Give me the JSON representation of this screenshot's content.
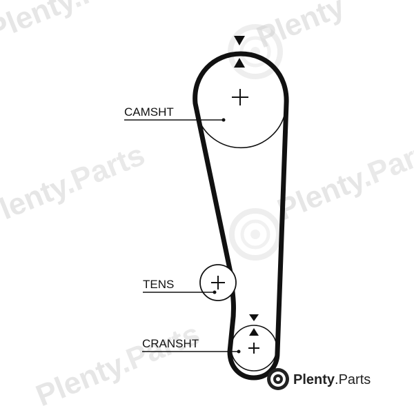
{
  "labels": {
    "camshaft": "CAMSHT",
    "tensioner": "TENS",
    "crankshaft": "CRANSHT"
  },
  "brand": {
    "name_bold": "Plenty",
    "name_suffix": ".Parts"
  },
  "watermark": {
    "text_bold": "Plenty",
    "text_suffix": ".Parts"
  },
  "colors": {
    "belt": "#111111",
    "watermark": "#e6e6e6",
    "background": "#ffffff"
  }
}
